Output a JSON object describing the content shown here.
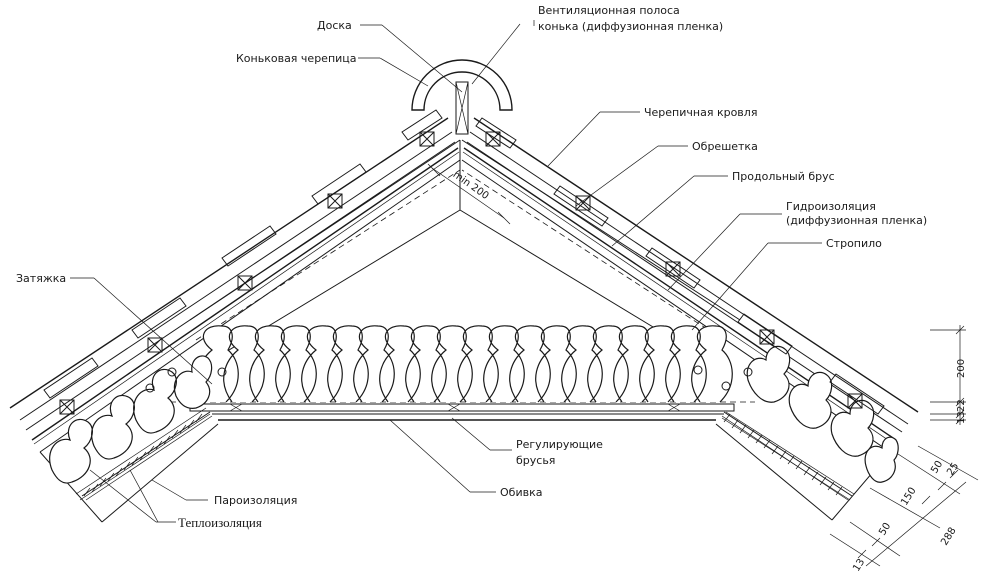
{
  "labels": {
    "doska": "Доска",
    "ridge_tile": "Коньковая черепица",
    "vent_strip_line1": "Вентиляционная полоса",
    "vent_strip_line2": "конька (диффузионная пленка)",
    "tile_roof": "Черепичная кровля",
    "battens": "Обрешетка",
    "long_beam": "Продольный брус",
    "waterproof_line1": "Гидроизоляция",
    "waterproof_line2": "(диффузионная пленка)",
    "rafter": "Стропило",
    "tie": "Затяжка",
    "adjust_line1": "Регулирующие",
    "adjust_line2": "брусья",
    "lining": "Обивка",
    "vapor": "Пароизоляция",
    "insulation": "Теплоизоляция"
  },
  "dimensions": {
    "min200": "min 200",
    "d200": "200",
    "d13": "13",
    "d22": "22",
    "d50a": "50",
    "d25": "25",
    "d150": "150",
    "d50b": "50",
    "d288": "288",
    "d13b": "13"
  }
}
